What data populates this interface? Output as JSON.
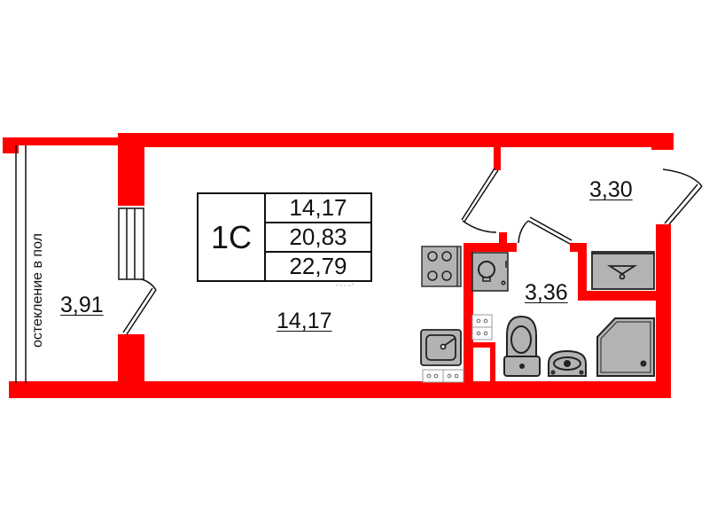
{
  "plan": {
    "apartment_type": "1С",
    "areas_summary": [
      "14,17",
      "20,83",
      "22,79"
    ],
    "rooms": [
      {
        "id": "balcony",
        "area": "3,91",
        "note": "остекление в пол"
      },
      {
        "id": "living",
        "area": "14,17"
      },
      {
        "id": "hallway",
        "area": "3,30"
      },
      {
        "id": "bathroom",
        "area": "3,36"
      }
    ]
  },
  "colors": {
    "wall": "#ff0000",
    "fixture_fill": "#b3b3b3",
    "line": "#111111"
  }
}
